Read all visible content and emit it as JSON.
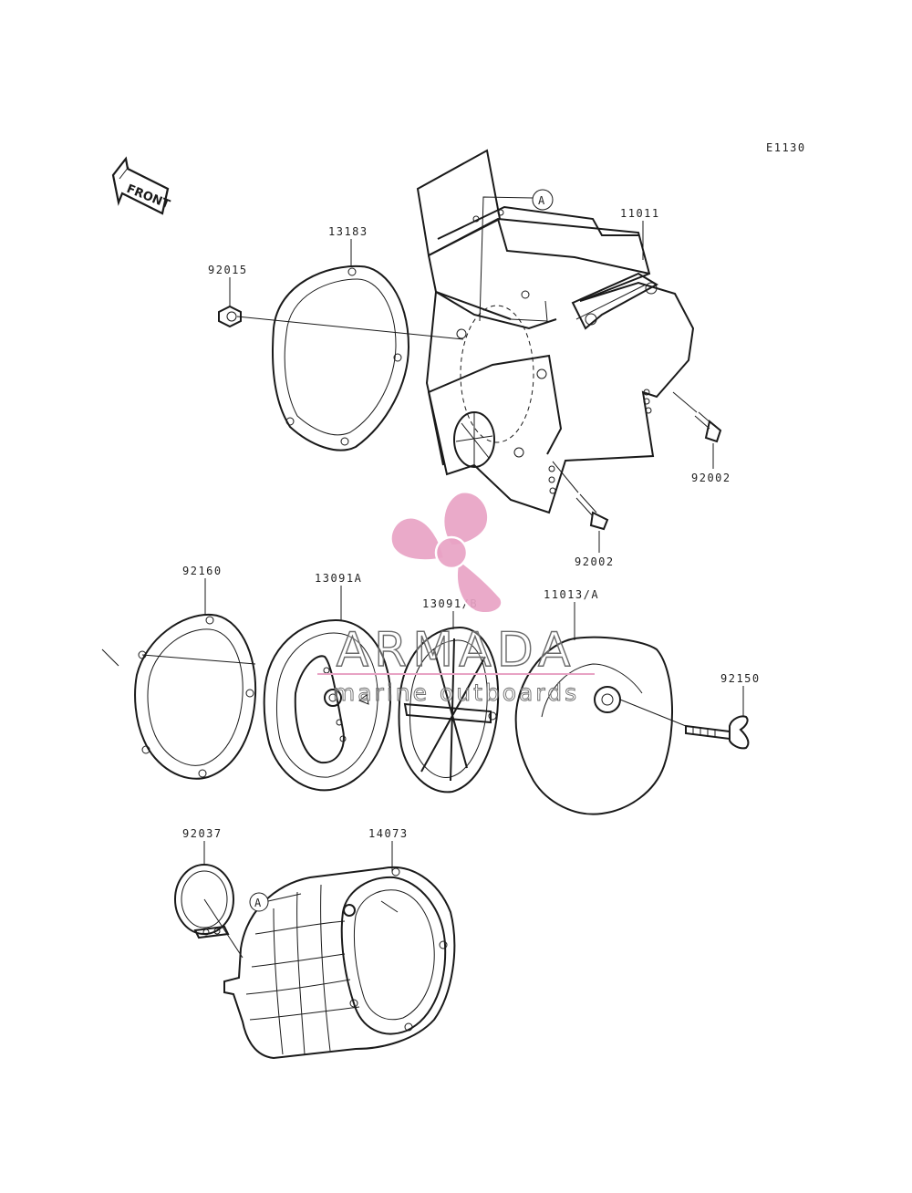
{
  "diagram": {
    "code": "E1130",
    "front_label": "FRONT",
    "callout_a": "A",
    "parts": {
      "p13183": "13183",
      "p92015": "92015",
      "p11011": "11011",
      "p92002_a": "92002",
      "p92002_b": "92002",
      "p92160": "92160",
      "p13091a": "13091A",
      "p13091b": "13091/B",
      "p11013a": "11013/A",
      "p92150": "92150",
      "p92037": "92037",
      "p14073": "14073"
    }
  },
  "watermark": {
    "title": "ARMADA",
    "subtitle": "marine outboards",
    "color": "#e8a3c4"
  }
}
